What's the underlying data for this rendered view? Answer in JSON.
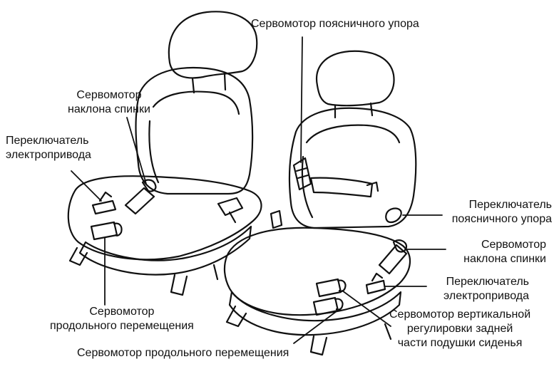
{
  "labels": {
    "lumbar_motor": "Сервомотор поясничного упора",
    "tilt_motor_left": [
      "Сервомотор",
      "наклона спинки"
    ],
    "power_switch_left": [
      "Переключатель",
      "электропривода"
    ],
    "slide_motor_left": [
      "Сервомотор",
      "продольного перемещения"
    ],
    "lumbar_switch": [
      "Переключатель",
      "поясничного упора"
    ],
    "tilt_motor_right": [
      "Сервомотор",
      "наклона спинки"
    ],
    "power_switch_right": [
      "Переключатель",
      "электропривода"
    ],
    "rear_height_motor": [
      "Сервомотор вертикальной",
      "регулировки задней",
      "части подушки сиденья"
    ],
    "slide_motor_bottom": "Сервомотор продольного перемещения"
  },
  "colors": {
    "ink": "#111111",
    "paper": "#ffffff"
  }
}
